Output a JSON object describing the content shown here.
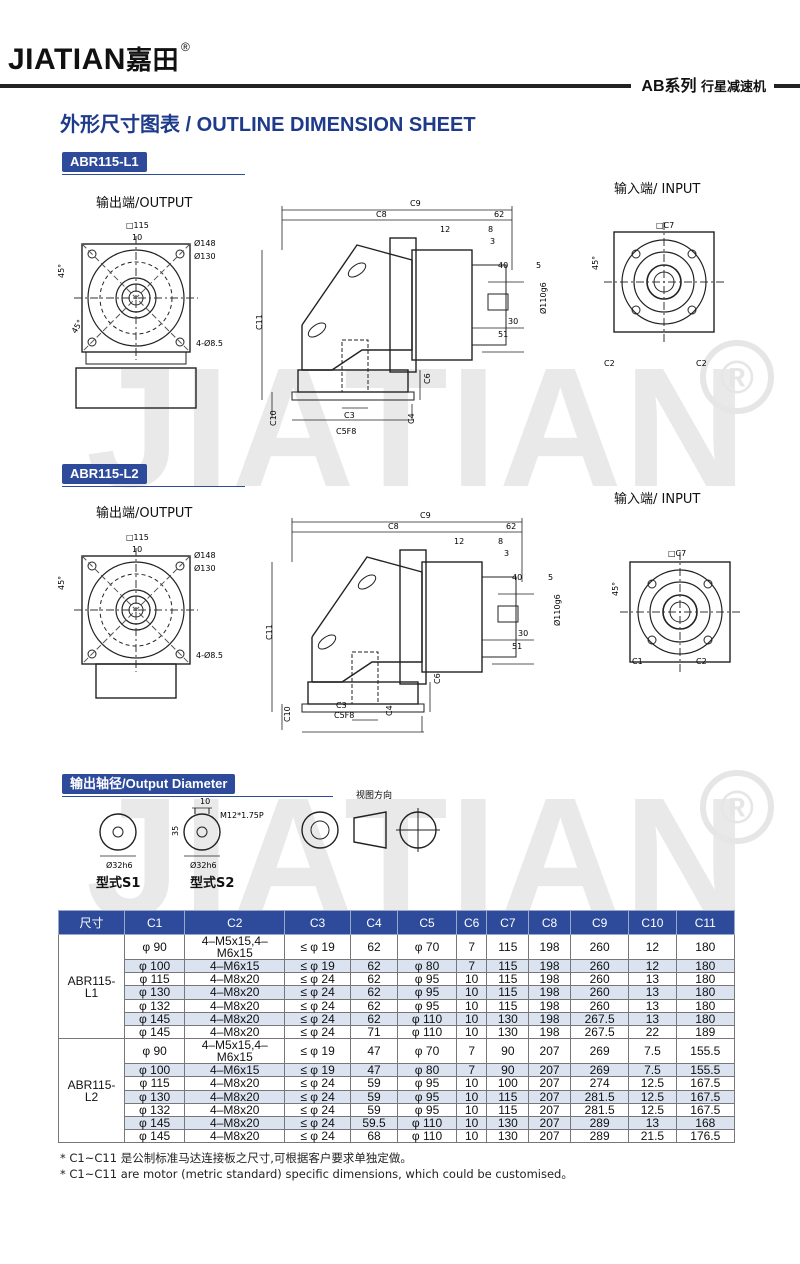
{
  "brand": {
    "name": "JIATIAN",
    "name_cn": "嘉田",
    "reg": "®",
    "series": "AB系列",
    "series_sub": "行星减速机",
    "watermark": "JIATIAN"
  },
  "page_title": "外形尺寸图表 / OUTLINE DIMENSION SHEET",
  "sections": {
    "l1": {
      "tag": "ABR115-L1",
      "output_label": "输出端/OUTPUT",
      "input_label": "输入端/ INPUT"
    },
    "l2": {
      "tag": "ABR115-L2",
      "output_label": "输出端/OUTPUT",
      "input_label": "输入端/ INPUT"
    }
  },
  "drawing_labels": {
    "sq": "□115",
    "d148": "Ø148",
    "d130": "Ø130",
    "d10": "10",
    "hole": "4-Ø8.5",
    "angle": "45°",
    "C9": "C9",
    "C8": "C8",
    "n62": "62",
    "n12": "12",
    "n8": "8",
    "n3": "3",
    "n40": "40",
    "n5": "5",
    "n30": "30",
    "n51": "51",
    "d110": "Ø110g6",
    "C11": "C11",
    "C6": "C6",
    "C3": "C3",
    "C10": "C10",
    "C4": "C4",
    "C5": "C5F8",
    "C7": "□C7",
    "C1": "C1",
    "C2": "C2"
  },
  "output_diameter": {
    "tag": "输出轴径/Output Diameter",
    "view_label": "视图方向",
    "s1_label": "型式S1",
    "s2_label": "型式S2",
    "shaft": "Ø32h6",
    "key": "10",
    "depth": "35",
    "thread": "M12*1.75P"
  },
  "table": {
    "headers": [
      "尺寸",
      "C1",
      "C2",
      "C3",
      "C4",
      "C5",
      "C6",
      "C7",
      "C8",
      "C9",
      "C10",
      "C11"
    ],
    "groups": [
      {
        "name": "ABR115-L1",
        "rows": [
          [
            "φ 90",
            "4–M5x15,4–M6x15",
            "≤ φ 19",
            "62",
            "φ 70",
            "7",
            "115",
            "198",
            "260",
            "12",
            "180"
          ],
          [
            "φ 100",
            "4–M6x15",
            "≤ φ 19",
            "62",
            "φ 80",
            "7",
            "115",
            "198",
            "260",
            "12",
            "180"
          ],
          [
            "φ 115",
            "4–M8x20",
            "≤ φ 24",
            "62",
            "φ 95",
            "10",
            "115",
            "198",
            "260",
            "13",
            "180"
          ],
          [
            "φ 130",
            "4–M8x20",
            "≤ φ 24",
            "62",
            "φ 95",
            "10",
            "115",
            "198",
            "260",
            "13",
            "180"
          ],
          [
            "φ 132",
            "4–M8x20",
            "≤ φ 24",
            "62",
            "φ 95",
            "10",
            "115",
            "198",
            "260",
            "13",
            "180"
          ],
          [
            "φ 145",
            "4–M8x20",
            "≤ φ 24",
            "62",
            "φ 110",
            "10",
            "130",
            "198",
            "267.5",
            "13",
            "180"
          ],
          [
            "φ 145",
            "4–M8x20",
            "≤ φ 24",
            "71",
            "φ 110",
            "10",
            "130",
            "198",
            "267.5",
            "22",
            "189"
          ]
        ]
      },
      {
        "name": "ABR115-L2",
        "rows": [
          [
            "φ 90",
            "4–M5x15,4–M6x15",
            "≤ φ 19",
            "47",
            "φ 70",
            "7",
            "90",
            "207",
            "269",
            "7.5",
            "155.5"
          ],
          [
            "φ 100",
            "4–M6x15",
            "≤ φ 19",
            "47",
            "φ 80",
            "7",
            "90",
            "207",
            "269",
            "7.5",
            "155.5"
          ],
          [
            "φ 115",
            "4–M8x20",
            "≤ φ 24",
            "59",
            "φ 95",
            "10",
            "100",
            "207",
            "274",
            "12.5",
            "167.5"
          ],
          [
            "φ 130",
            "4–M8x20",
            "≤ φ 24",
            "59",
            "φ 95",
            "10",
            "115",
            "207",
            "281.5",
            "12.5",
            "167.5"
          ],
          [
            "φ 132",
            "4–M8x20",
            "≤ φ 24",
            "59",
            "φ 95",
            "10",
            "115",
            "207",
            "281.5",
            "12.5",
            "167.5"
          ],
          [
            "φ 145",
            "4–M8x20",
            "≤ φ 24",
            "59.5",
            "φ 110",
            "10",
            "130",
            "207",
            "289",
            "13",
            "168"
          ],
          [
            "φ 145",
            "4–M8x20",
            "≤ φ 24",
            "68",
            "φ 110",
            "10",
            "130",
            "207",
            "289",
            "21.5",
            "176.5"
          ]
        ]
      }
    ]
  },
  "notes": [
    "* C1~C11 是公制标准马达连接板之尺寸,可根据客户要求单独定做。",
    "* C1~C11 are motor (metric standard) specific dimensions, which could be customised。"
  ]
}
